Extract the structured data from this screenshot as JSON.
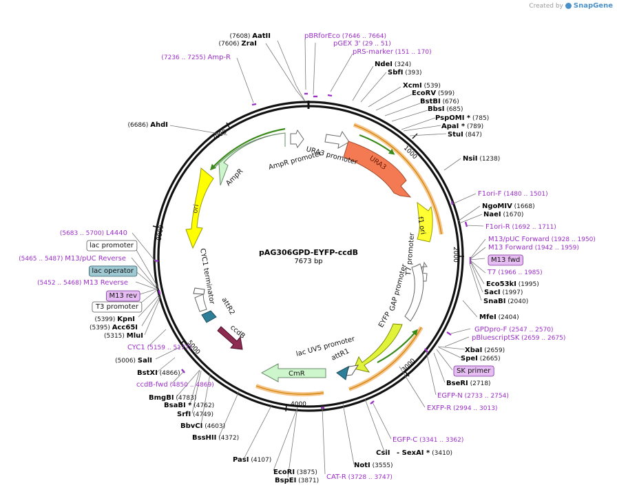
{
  "branding": {
    "created_by": "Created by",
    "app": "SnapGene"
  },
  "plasmid": {
    "name": "pAG306GPD-EYFP-ccdB",
    "size": "7673 bp"
  },
  "colors": {
    "site": "#000000",
    "primer": "#9b2dc8",
    "leader": "#6a6a6a"
  },
  "ticks": [
    "1000",
    "2000",
    "3000",
    "4000",
    "5000",
    "6000",
    "7000"
  ],
  "labels": [
    {
      "name": "AatII",
      "pos": "(7608)",
      "kind": "site"
    },
    {
      "name": "ZraI",
      "pos": "(7606)",
      "kind": "site"
    },
    {
      "name": "pBRforEco",
      "pos": "(7646 .. 7664)",
      "kind": "primer"
    },
    {
      "name": "pGEX 3'",
      "pos": "(29 .. 51)",
      "kind": "primer"
    },
    {
      "name": "pRS-marker",
      "pos": "(151 .. 170)",
      "kind": "primer"
    },
    {
      "name": "Amp-R",
      "pos": "(7236 .. 7255)",
      "kind": "primer"
    },
    {
      "name": "NdeI",
      "pos": "(324)",
      "kind": "site"
    },
    {
      "name": "SbfI",
      "pos": "(393)",
      "kind": "site"
    },
    {
      "name": "XcmI",
      "pos": "(539)",
      "kind": "site"
    },
    {
      "name": "EcoRV",
      "pos": "(599)",
      "kind": "site"
    },
    {
      "name": "BstBI",
      "pos": "(676)",
      "kind": "site"
    },
    {
      "name": "BbsI",
      "pos": "(685)",
      "kind": "site"
    },
    {
      "name": "PspOMI *",
      "pos": "(785)",
      "kind": "site"
    },
    {
      "name": "ApaI *",
      "pos": "(789)",
      "kind": "site"
    },
    {
      "name": "StuI",
      "pos": "(847)",
      "kind": "site"
    },
    {
      "name": "AhdI",
      "pos": "(6686)",
      "kind": "site"
    },
    {
      "name": "NsiI",
      "pos": "(1238)",
      "kind": "site"
    },
    {
      "name": "F1ori-F",
      "pos": "(1480 .. 1501)",
      "kind": "primer"
    },
    {
      "name": "NgoMIV",
      "pos": "(1668)",
      "kind": "site"
    },
    {
      "name": "NaeI",
      "pos": "(1670)",
      "kind": "site"
    },
    {
      "name": "F1ori-R",
      "pos": "(1692 .. 1711)",
      "kind": "primer"
    },
    {
      "name": "M13/pUC Forward",
      "pos": "(1928 .. 1950)",
      "kind": "primer"
    },
    {
      "name": "M13 Forward",
      "pos": "(1942 .. 1959)",
      "kind": "primer"
    },
    {
      "name": "M13 fwd",
      "pos": "",
      "kind": "box"
    },
    {
      "name": "T7",
      "pos": "(1966 .. 1985)",
      "kind": "primer"
    },
    {
      "name": "Eco53kI",
      "pos": "(1995)",
      "kind": "site"
    },
    {
      "name": "SacI",
      "pos": "(1997)",
      "kind": "site"
    },
    {
      "name": "SnaBI",
      "pos": "(2040)",
      "kind": "site"
    },
    {
      "name": "MfeI",
      "pos": "(2404)",
      "kind": "site"
    },
    {
      "name": "GPDpro-F",
      "pos": "(2547 .. 2570)",
      "kind": "primer"
    },
    {
      "name": "pBluescriptSK",
      "pos": "(2659 .. 2675)",
      "kind": "primer"
    },
    {
      "name": "XbaI",
      "pos": "(2659)",
      "kind": "site"
    },
    {
      "name": "SpeI",
      "pos": "(2665)",
      "kind": "site"
    },
    {
      "name": "SK primer",
      "pos": "",
      "kind": "box"
    },
    {
      "name": "BseRI",
      "pos": "(2718)",
      "kind": "site"
    },
    {
      "name": "EGFP-N",
      "pos": "(2733 .. 2754)",
      "kind": "primer"
    },
    {
      "name": "EXFP-R",
      "pos": "(2994 .. 3013)",
      "kind": "primer"
    },
    {
      "name": "EGFP-C",
      "pos": "(3341 .. 3362)",
      "kind": "primer"
    },
    {
      "name": "CsiI",
      "pos": "",
      "kind": "site"
    },
    {
      "name": "- SexAI *",
      "pos": "(3410)",
      "kind": "site"
    },
    {
      "name": "NotI",
      "pos": "(3555)",
      "kind": "site"
    },
    {
      "name": "CAT-R",
      "pos": "(3728 .. 3747)",
      "kind": "primer"
    },
    {
      "name": "BspEI",
      "pos": "(3871)",
      "kind": "site"
    },
    {
      "name": "EcoRI",
      "pos": "(3875)",
      "kind": "site"
    },
    {
      "name": "PasI",
      "pos": "(4107)",
      "kind": "site"
    },
    {
      "name": "BssHII",
      "pos": "(4372)",
      "kind": "site"
    },
    {
      "name": "BbvCI",
      "pos": "(4603)",
      "kind": "site"
    },
    {
      "name": "SrfI",
      "pos": "(4749)",
      "kind": "site"
    },
    {
      "name": "BsaBI *",
      "pos": "(4762)",
      "kind": "site"
    },
    {
      "name": "BmgBI",
      "pos": "(4783)",
      "kind": "site"
    },
    {
      "name": "ccdB-fwd",
      "pos": "(4850 .. 4869)",
      "kind": "primer"
    },
    {
      "name": "BstXI",
      "pos": "(4866)",
      "kind": "site"
    },
    {
      "name": "SalI",
      "pos": "(5006)",
      "kind": "site"
    },
    {
      "name": "CYC1",
      "pos": "(5159 .. 5177)",
      "kind": "primer"
    },
    {
      "name": "MluI",
      "pos": "(5315)",
      "kind": "site"
    },
    {
      "name": "Acc65I",
      "pos": "(5395)",
      "kind": "site"
    },
    {
      "name": "KpnI",
      "pos": "(5399)",
      "kind": "site"
    },
    {
      "name": "T3 promoter",
      "pos": "",
      "kind": "box"
    },
    {
      "name": "M13 rev",
      "pos": "",
      "kind": "box"
    },
    {
      "name": "M13 Reverse",
      "pos": "(5452 .. 5468)",
      "kind": "primer"
    },
    {
      "name": "lac operator",
      "pos": "",
      "kind": "box"
    },
    {
      "name": "M13/pUC Reverse",
      "pos": "(5465 .. 5487)",
      "kind": "primer"
    },
    {
      "name": "lac promoter",
      "pos": "",
      "kind": "box"
    },
    {
      "name": "L4440",
      "pos": "(5683 .. 5700)",
      "kind": "primer"
    }
  ],
  "features": [
    {
      "name": "URA3 promoter"
    },
    {
      "name": "URA3"
    },
    {
      "name": "f1 ori"
    },
    {
      "name": "T7 promoter"
    },
    {
      "name": "GAP promoter"
    },
    {
      "name": "EYFP"
    },
    {
      "name": "lac UV5 promoter"
    },
    {
      "name": "attR1"
    },
    {
      "name": "CmR"
    },
    {
      "name": "ccdB"
    },
    {
      "name": "attR2"
    },
    {
      "name": "CYC1 terminator"
    },
    {
      "name": "ori"
    },
    {
      "name": "AmpR"
    },
    {
      "name": "AmpR promoter"
    }
  ]
}
